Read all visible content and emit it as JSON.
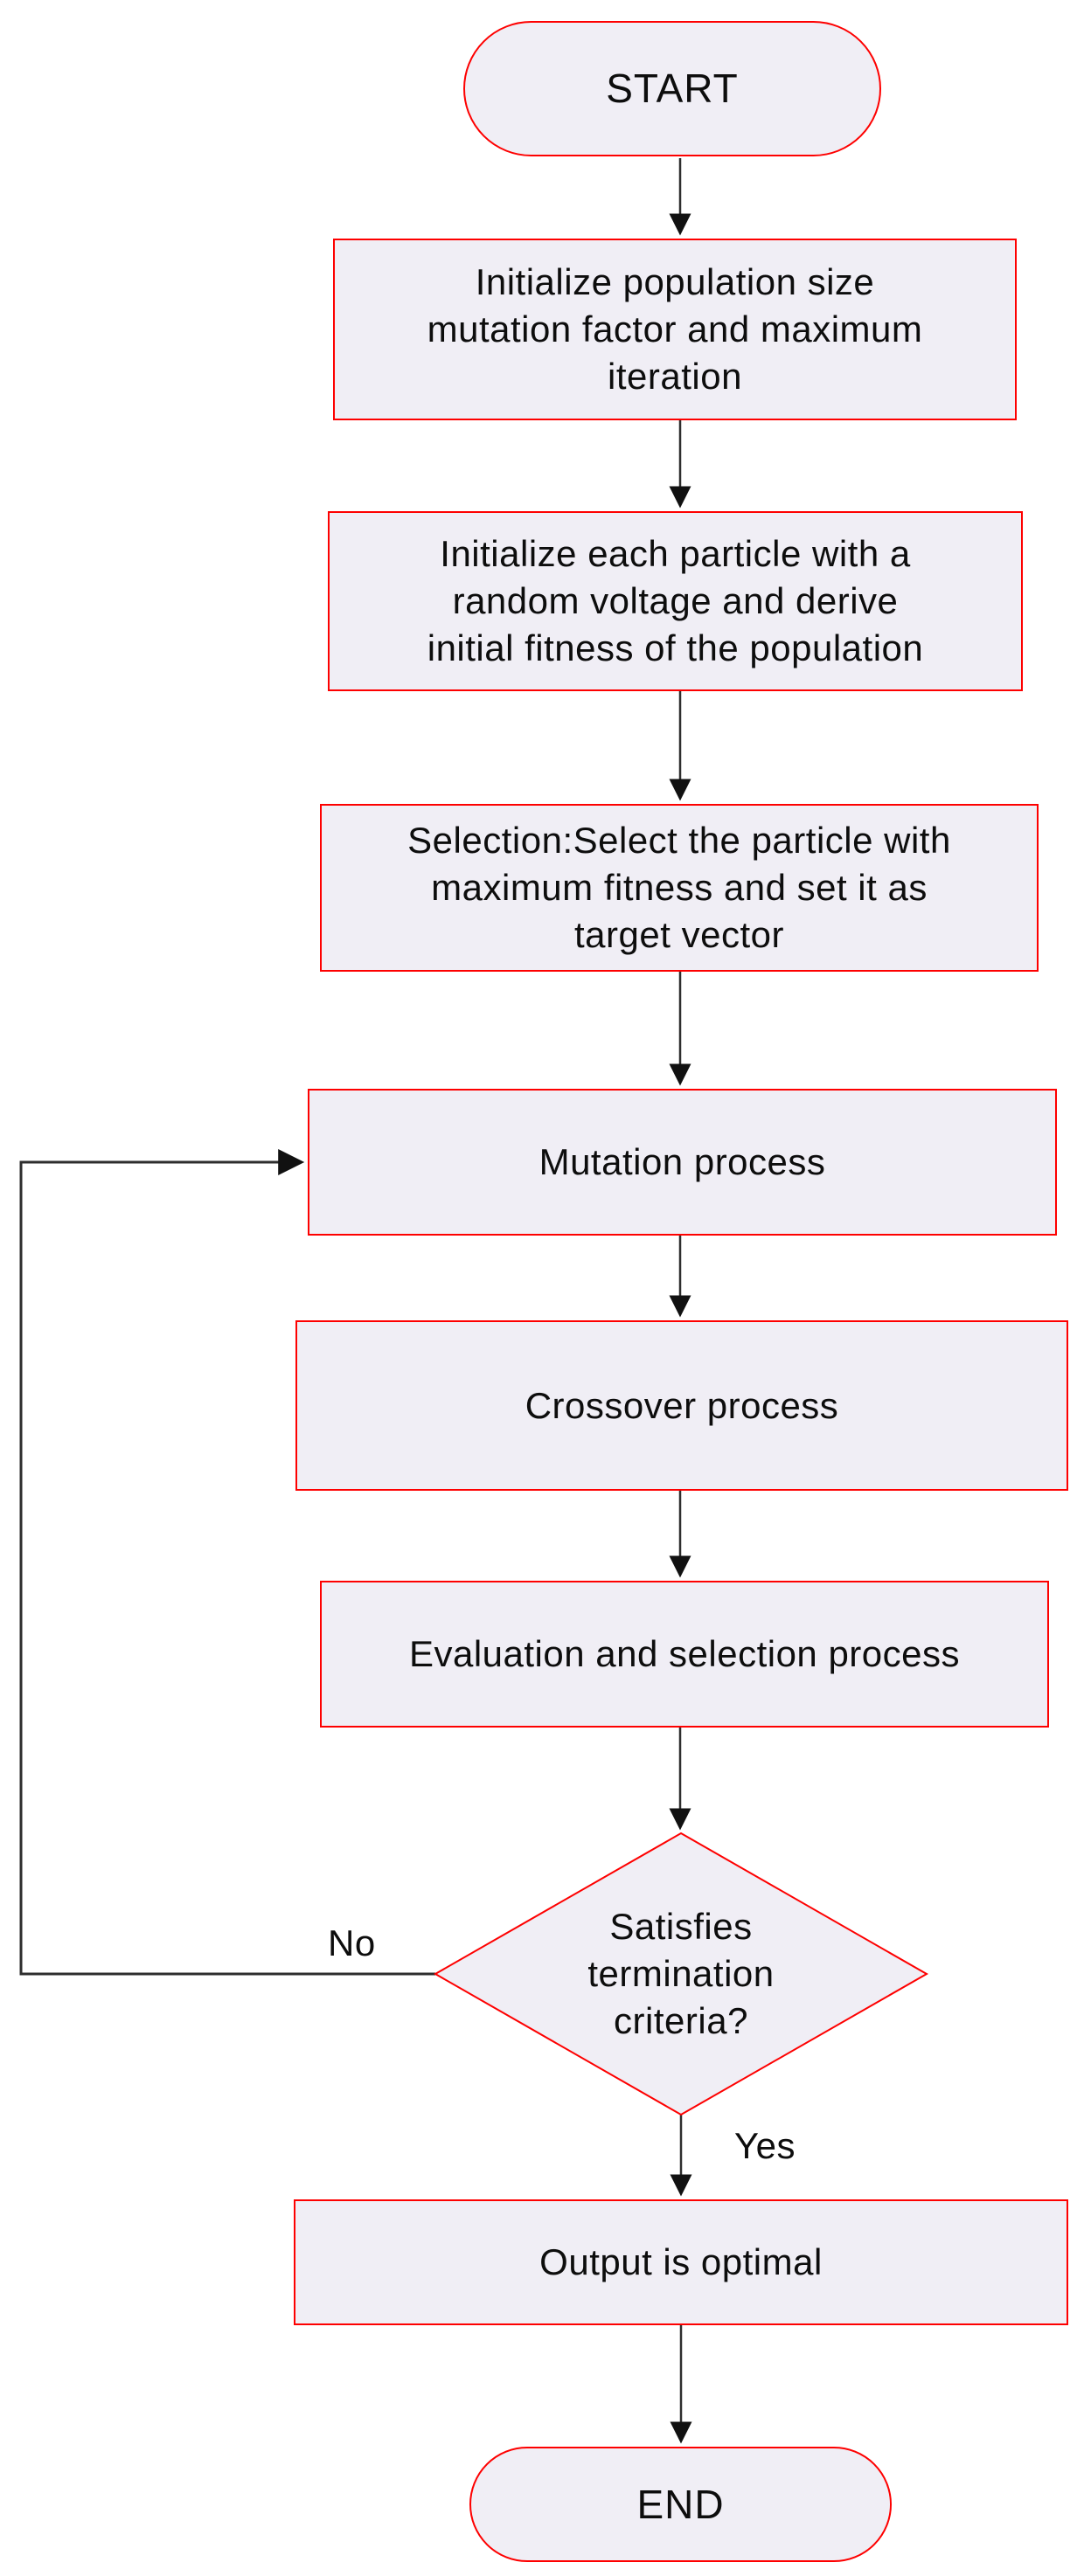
{
  "diagram": {
    "type": "flowchart",
    "background": "#ffffff",
    "colors": {
      "node_fill": "#f0eef5",
      "node_border": "#fe0000",
      "connector": "#2e2e2e",
      "arrowhead": "#111111",
      "text": "#0d0d0d"
    },
    "nodes": [
      {
        "id": "start",
        "type": "terminator",
        "label": "START"
      },
      {
        "id": "init_params",
        "type": "process",
        "label": "Initialize population size\nmutation factor and maximum\niteration"
      },
      {
        "id": "init_particles",
        "type": "process",
        "label": "Initialize each particle with a\nrandom voltage and derive\ninitial fitness of the population"
      },
      {
        "id": "selection",
        "type": "process",
        "label": "Selection:Select the particle with\nmaximum fitness and set it as\ntarget vector"
      },
      {
        "id": "mutation",
        "type": "process",
        "label": "Mutation process"
      },
      {
        "id": "crossover",
        "type": "process",
        "label": "Crossover process"
      },
      {
        "id": "evaluation",
        "type": "process",
        "label": "Evaluation and selection process"
      },
      {
        "id": "decision",
        "type": "decision",
        "label": "Satisfies\ntermination\ncriteria?"
      },
      {
        "id": "output",
        "type": "process",
        "label": "Output is optimal"
      },
      {
        "id": "end",
        "type": "terminator",
        "label": "END"
      }
    ],
    "edge_labels": {
      "no": "No",
      "yes": "Yes"
    }
  }
}
